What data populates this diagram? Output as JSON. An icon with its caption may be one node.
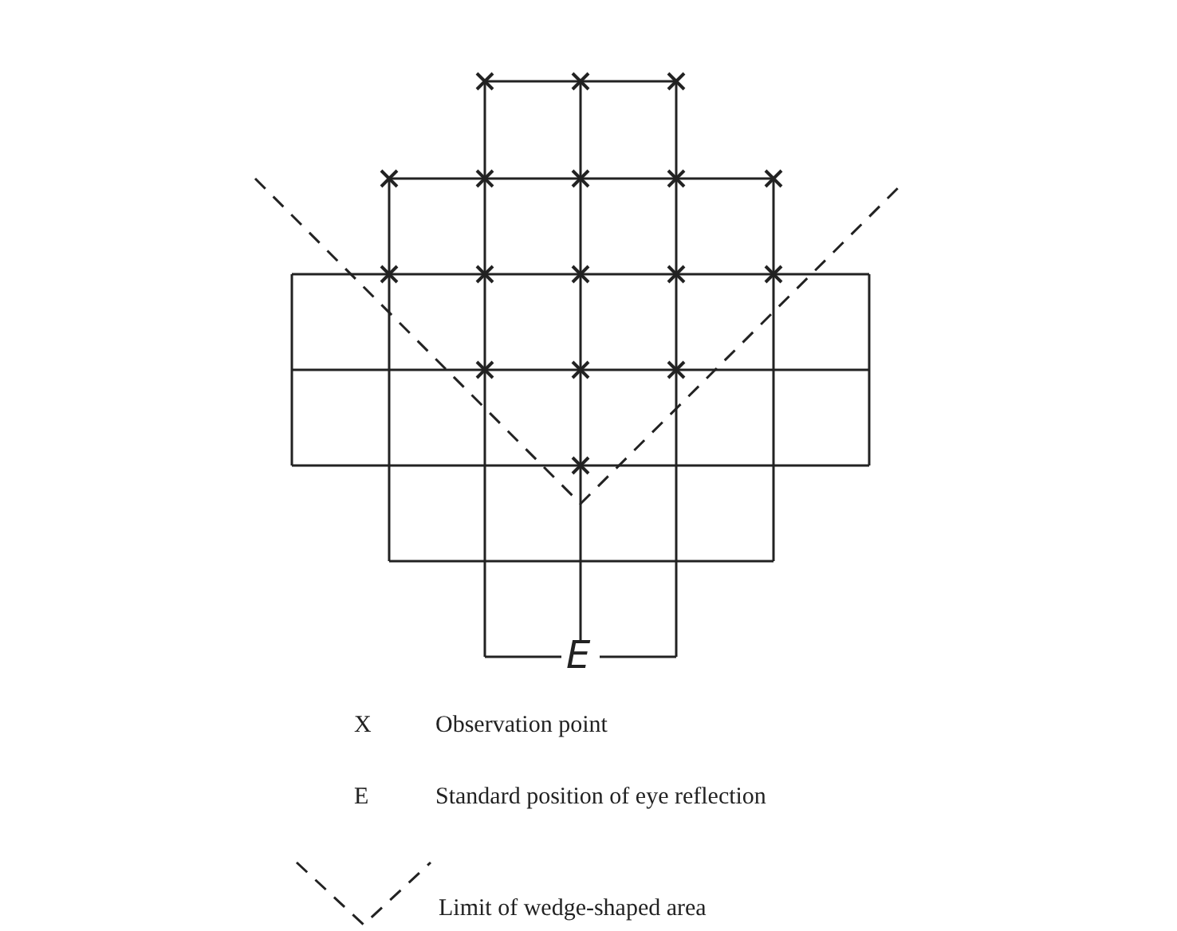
{
  "diagram": {
    "labels": [
      "E",
      "X",
      "E"
    ],
    "legend": [
      {
        "text": "Observation point"
      },
      {
        "text": "Standard position of eye reflection"
      },
      {
        "text": "Limit of wedge-shaped area"
      }
    ]
  }
}
